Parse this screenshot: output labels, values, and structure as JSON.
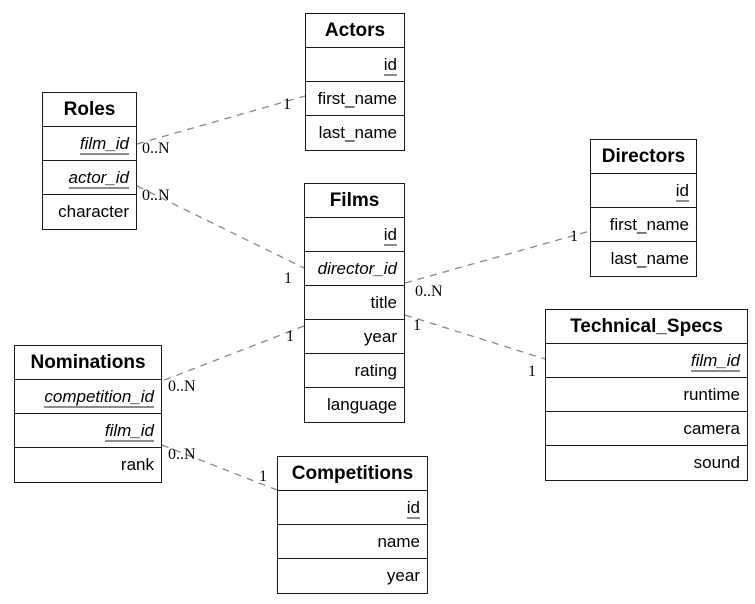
{
  "diagram_type": "entity-relationship",
  "colors": {
    "background": "#ffffff",
    "table_border": "#1a1a1a",
    "text": "#000000",
    "relation_line": "#888888",
    "pk_underline": "#8c8c8c"
  },
  "tables": [
    {
      "name": "Actors",
      "fields": [
        {
          "label": "id",
          "pk": true,
          "fk": false
        },
        {
          "label": "first_name",
          "pk": false,
          "fk": false
        },
        {
          "label": "last_name",
          "pk": false,
          "fk": false
        }
      ]
    },
    {
      "name": "Roles",
      "fields": [
        {
          "label": "film_id",
          "pk": true,
          "fk": true
        },
        {
          "label": "actor_id",
          "pk": true,
          "fk": true
        },
        {
          "label": "character",
          "pk": false,
          "fk": false
        }
      ]
    },
    {
      "name": "Films",
      "fields": [
        {
          "label": "id",
          "pk": true,
          "fk": false
        },
        {
          "label": "director_id",
          "pk": false,
          "fk": true
        },
        {
          "label": "title",
          "pk": false,
          "fk": false
        },
        {
          "label": "year",
          "pk": false,
          "fk": false
        },
        {
          "label": "rating",
          "pk": false,
          "fk": false
        },
        {
          "label": "language",
          "pk": false,
          "fk": false
        }
      ]
    },
    {
      "name": "Directors",
      "fields": [
        {
          "label": "id",
          "pk": true,
          "fk": false
        },
        {
          "label": "first_name",
          "pk": false,
          "fk": false
        },
        {
          "label": "last_name",
          "pk": false,
          "fk": false
        }
      ]
    },
    {
      "name": "Nominations",
      "fields": [
        {
          "label": "competition_id",
          "pk": true,
          "fk": true
        },
        {
          "label": "film_id",
          "pk": true,
          "fk": true
        },
        {
          "label": "rank",
          "pk": false,
          "fk": false
        }
      ]
    },
    {
      "name": "Technical_Specs",
      "fields": [
        {
          "label": "film_id",
          "pk": true,
          "fk": true
        },
        {
          "label": "runtime",
          "pk": false,
          "fk": false
        },
        {
          "label": "camera",
          "pk": false,
          "fk": false
        },
        {
          "label": "sound",
          "pk": false,
          "fk": false
        }
      ]
    },
    {
      "name": "Competitions",
      "fields": [
        {
          "label": "id",
          "pk": true,
          "fk": false
        },
        {
          "label": "name",
          "pk": false,
          "fk": false
        },
        {
          "label": "year",
          "pk": false,
          "fk": false
        }
      ]
    }
  ],
  "relations": [
    {
      "from_table": "Roles",
      "to_table": "Actors",
      "from_cardinality": "0..N",
      "to_cardinality": "1"
    },
    {
      "from_table": "Roles",
      "to_table": "Films",
      "from_cardinality": "0..N",
      "to_cardinality": "1"
    },
    {
      "from_table": "Films",
      "to_table": "Directors",
      "from_cardinality": "0..N",
      "to_cardinality": "1"
    },
    {
      "from_table": "Films",
      "to_table": "Technical_Specs",
      "from_cardinality": "1",
      "to_cardinality": "1"
    },
    {
      "from_table": "Films",
      "to_table": "Nominations",
      "from_cardinality": "1",
      "to_cardinality": "0..N"
    },
    {
      "from_table": "Nominations",
      "to_table": "Competitions",
      "from_cardinality": "0..N",
      "to_cardinality": "1"
    }
  ]
}
